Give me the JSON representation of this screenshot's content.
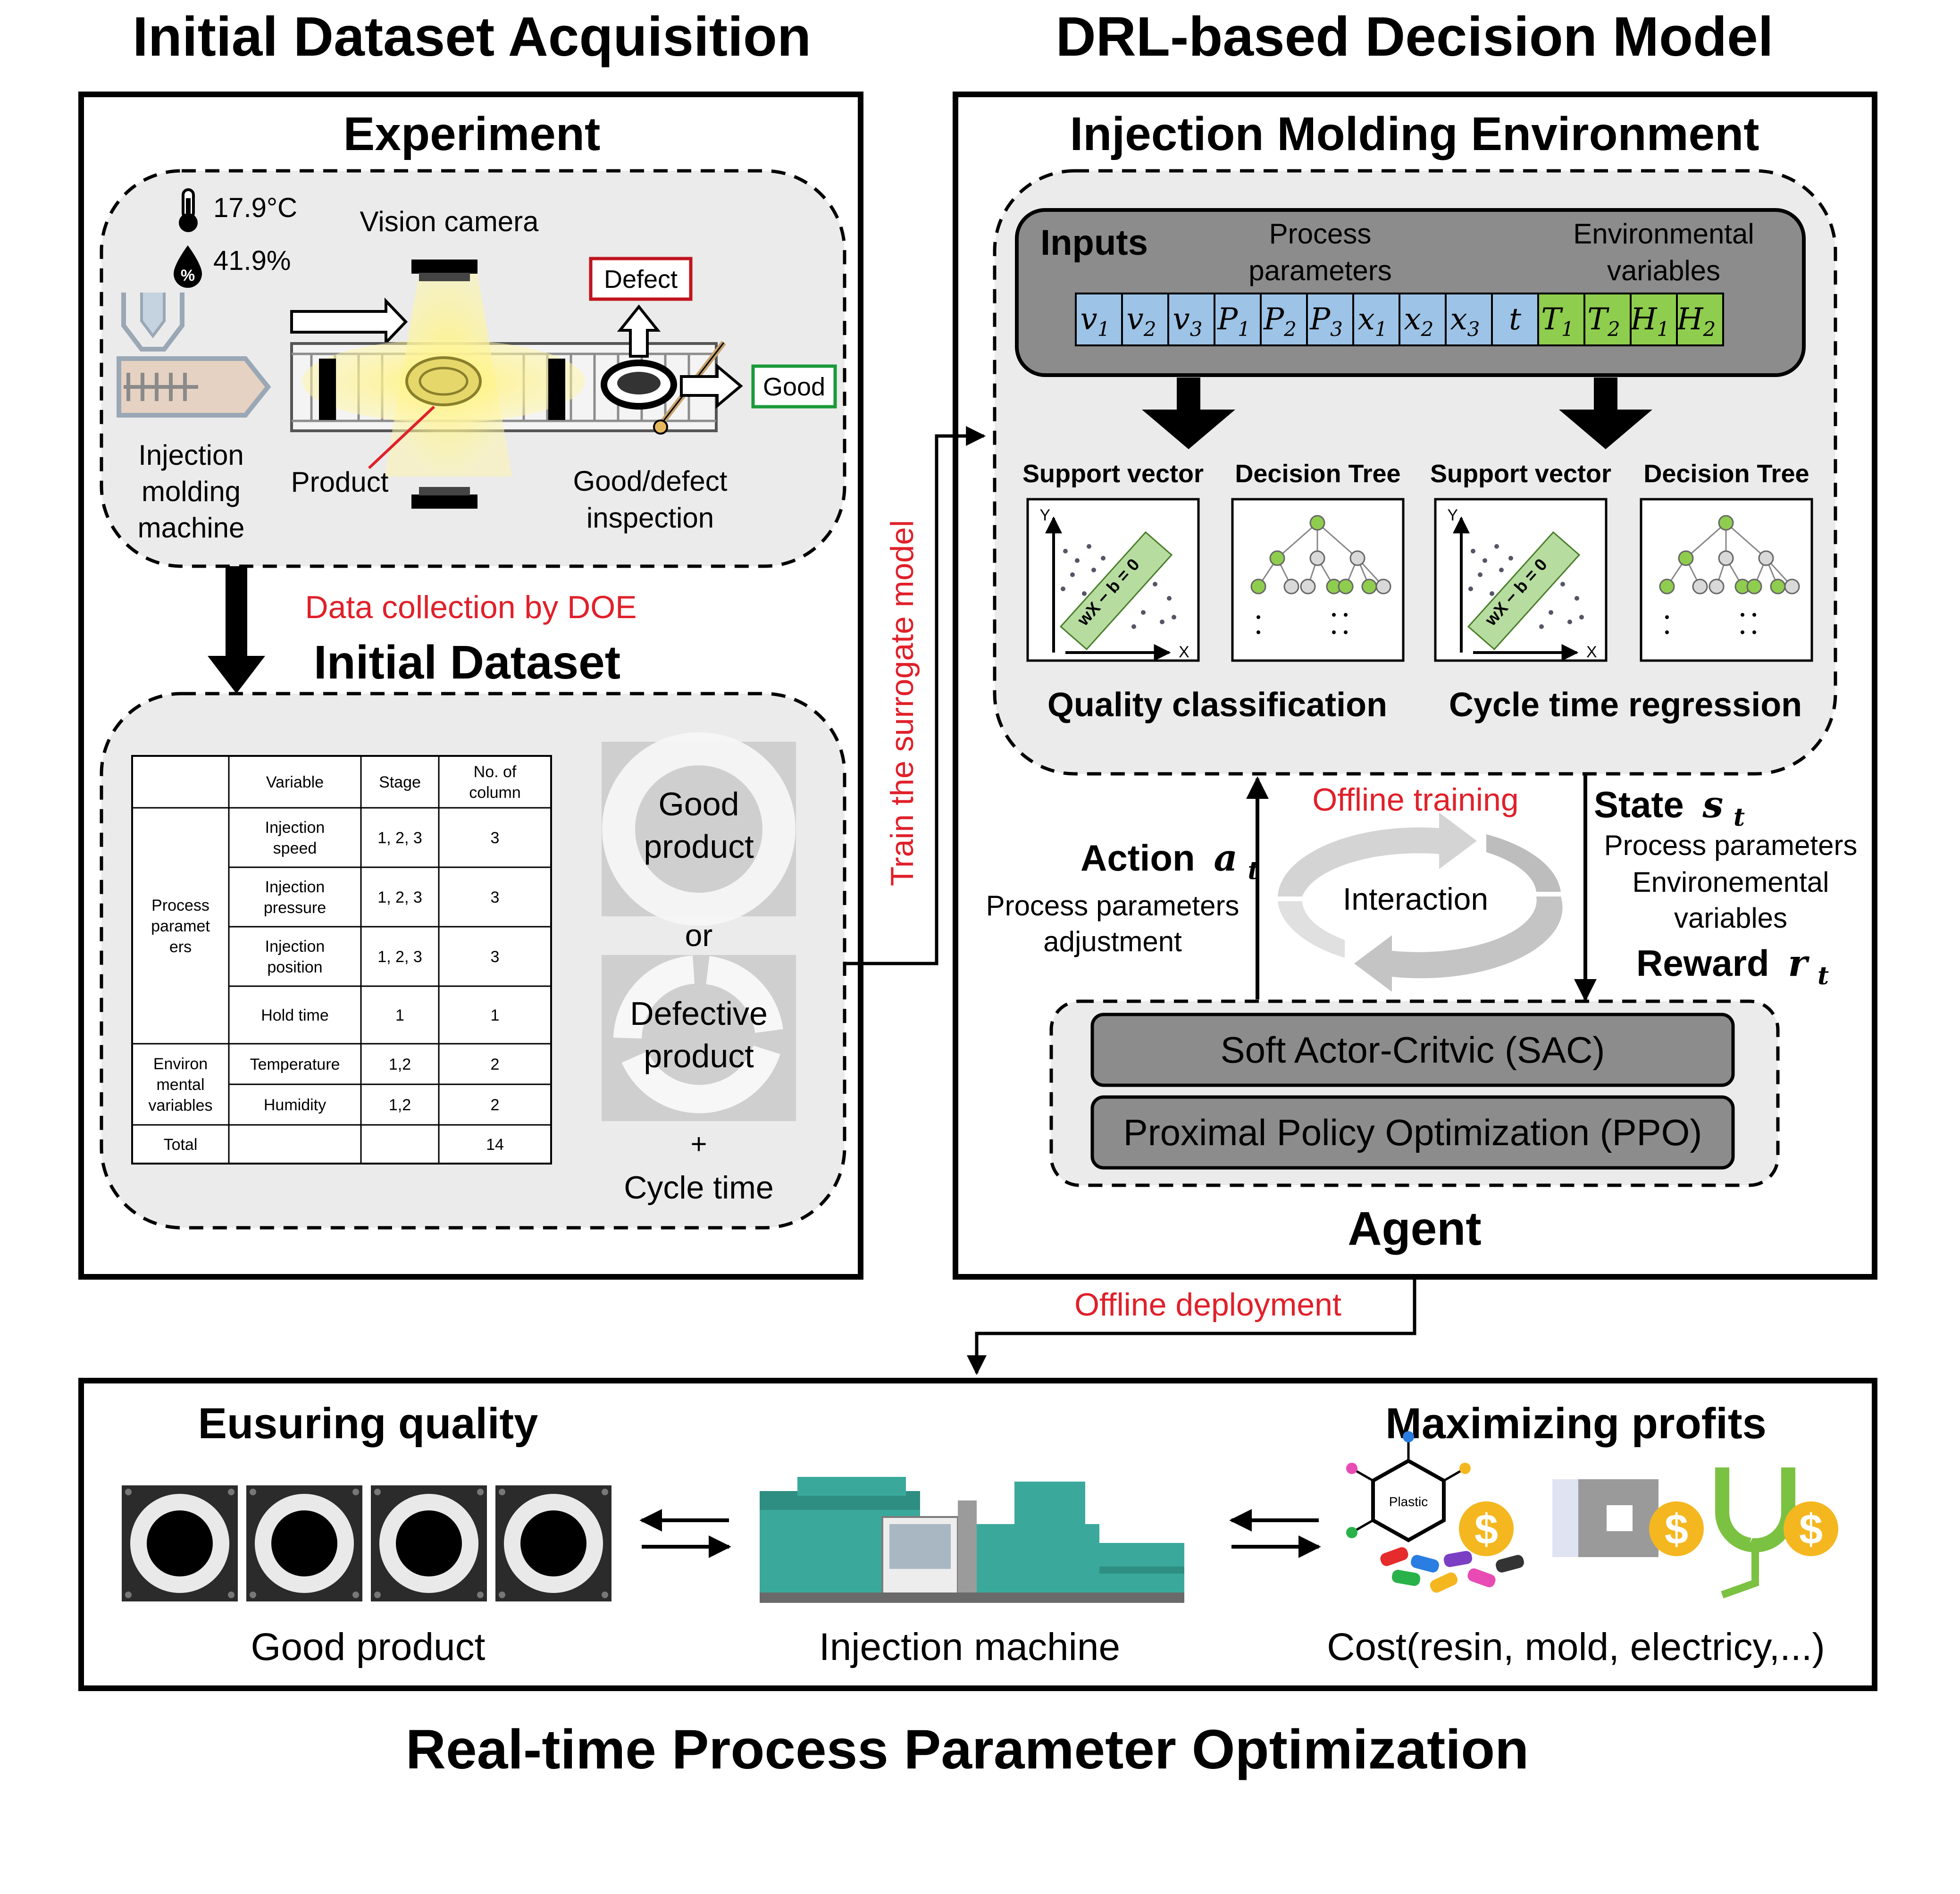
{
  "sections": {
    "left_title": "Initial Dataset Acquisition",
    "right_title": "DRL-based Decision Model",
    "bottom_title": "Real-time Process Parameter Optimization"
  },
  "experiment": {
    "title": "Experiment",
    "temperature": "17.9°C",
    "humidity": "41.9%",
    "humidity_icon_glyph": "%",
    "vision_camera": "Vision camera",
    "defect": "Defect",
    "good": "Good",
    "machine_label": [
      "Injection",
      "molding",
      "machine"
    ],
    "product": "Product",
    "inspection_label": [
      "Good/defect",
      "inspection"
    ]
  },
  "doe_label": "Data collection by DOE",
  "surrogate_label": "Train the surrogate model",
  "initial_dataset": {
    "title": "Initial Dataset",
    "table": {
      "headers": [
        "",
        "Variable",
        "Stage",
        "No. of column"
      ],
      "group_process": "Process paramet ers",
      "group_environ": "Environ mental variables",
      "rows": [
        {
          "variable": "Injection speed",
          "stage": "1, 2, 3",
          "count": "3"
        },
        {
          "variable": "Injection pressure",
          "stage": "1, 2, 3",
          "count": "3"
        },
        {
          "variable": "Injection position",
          "stage": "1, 2, 3",
          "count": "3"
        },
        {
          "variable": "Hold time",
          "stage": "1",
          "count": "1"
        },
        {
          "variable": "Temperature",
          "stage": "1,2",
          "count": "2"
        },
        {
          "variable": "Humidity",
          "stage": "1,2",
          "count": "2"
        }
      ],
      "total_label": "Total",
      "total_value": "14"
    },
    "good_product": [
      "Good",
      "product"
    ],
    "or": "or",
    "defective_product": [
      "Defective",
      "product"
    ],
    "plus": "+",
    "cycle_time": "Cycle time"
  },
  "environment": {
    "title": "Injection Molding Environment",
    "inputs_label": "Inputs",
    "process_params_label": [
      "Process",
      "parameters"
    ],
    "env_vars_label": [
      "Environmental",
      "variables"
    ],
    "input_cells": [
      {
        "base": "v",
        "sub": "1",
        "color": "#9dc3e6"
      },
      {
        "base": "v",
        "sub": "2",
        "color": "#9dc3e6"
      },
      {
        "base": "v",
        "sub": "3",
        "color": "#9dc3e6"
      },
      {
        "base": "P",
        "sub": "1",
        "color": "#9dc3e6"
      },
      {
        "base": "P",
        "sub": "2",
        "color": "#9dc3e6"
      },
      {
        "base": "P",
        "sub": "3",
        "color": "#9dc3e6"
      },
      {
        "base": "x",
        "sub": "1",
        "color": "#9dc3e6"
      },
      {
        "base": "x",
        "sub": "2",
        "color": "#9dc3e6"
      },
      {
        "base": "x",
        "sub": "3",
        "color": "#9dc3e6"
      },
      {
        "base": "t",
        "sub": "",
        "color": "#9dc3e6"
      },
      {
        "base": "T",
        "sub": "1",
        "color": "#8fcd4e"
      },
      {
        "base": "T",
        "sub": "2",
        "color": "#8fcd4e"
      },
      {
        "base": "H",
        "sub": "1",
        "color": "#8fcd4e"
      },
      {
        "base": "H",
        "sub": "2",
        "color": "#8fcd4e"
      }
    ],
    "models": [
      {
        "label": "Support vector",
        "type": "svm"
      },
      {
        "label": "Decision Tree",
        "type": "tree"
      },
      {
        "label": "Support vector",
        "type": "svm"
      },
      {
        "label": "Decision Tree",
        "type": "tree"
      }
    ],
    "svm_axes": {
      "y": "Y",
      "x": "X",
      "equation": "wX − b = 0"
    },
    "quality_classification": "Quality classification",
    "cycle_time_regression": "Cycle time regression"
  },
  "loop": {
    "offline_training": "Offline training",
    "interaction": "Interaction",
    "action_label": "Action",
    "action_symbol": "a",
    "action_sub": "t",
    "action_desc": [
      "Process parameters",
      "adjustment"
    ],
    "state_label": "State",
    "state_symbol": "s",
    "state_sub": "t",
    "state_desc": [
      "Process parameters",
      "Environemental",
      "variables"
    ],
    "reward_label": "Reward",
    "reward_symbol": "r",
    "reward_sub": "t"
  },
  "agent": {
    "sac": "Soft Actor-Critvic (SAC)",
    "ppo": "Proximal Policy Optimization (PPO)",
    "title": "Agent"
  },
  "deployment_label": "Offline deployment",
  "bottom": {
    "ensuring_quality": "Eusuring quality",
    "maximizing_profits": "Maximizing profits",
    "good_product": "Good product",
    "injection_machine": "Injection machine",
    "cost": "Cost(resin, mold, electricy,...)",
    "plastic_label": "Plastic",
    "dollar": "$"
  },
  "colors": {
    "red_text": "#e0202a",
    "green_box": "#1a9a3a",
    "dashed_fill": "#ebebeb",
    "inputs_box": "#8c8c8c",
    "blue_cell": "#9dc3e6",
    "green_cell": "#8fcd4e",
    "tree_node": "#8fcd4e",
    "svm_band": "#b7dca0",
    "coin": "#f5b71f",
    "machine_teal": "#3aa99b"
  }
}
